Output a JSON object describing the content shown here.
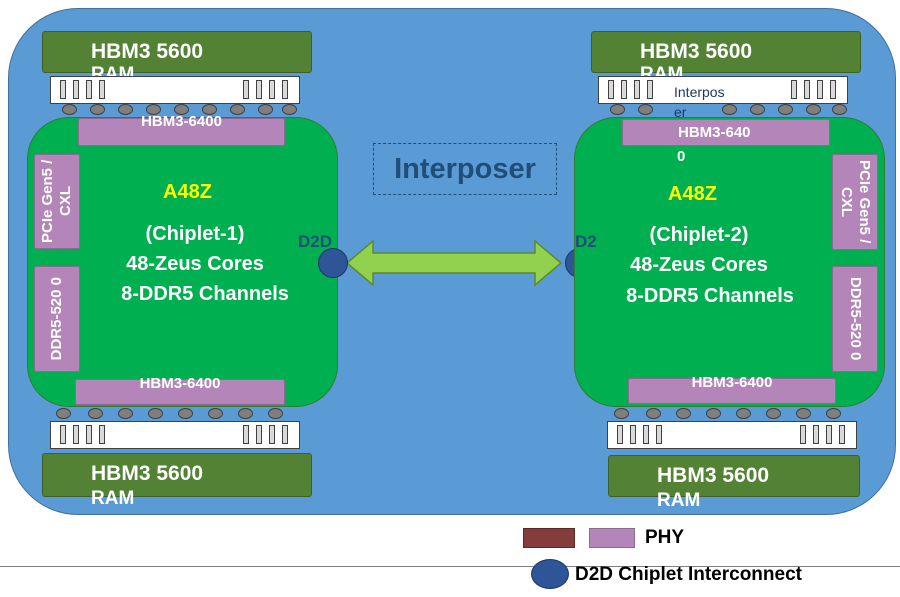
{
  "interposer_label": "Interposer",
  "colors": {
    "interposer": "#5b9bd5",
    "die": "#00b050",
    "hbm": "#548235",
    "phy": "#b385b8",
    "d2d": "#2e5597",
    "legend_red": "#843c3c"
  },
  "chiplet1": {
    "title": "A48Z",
    "name": "(Chiplet-1)",
    "cores": "48-Zeus Cores",
    "channels": "8-DDR5 Channels",
    "top_phy": "HBM3-6400",
    "bottom_phy": "HBM3-6400",
    "pcie_phy": "PCIe Gen5 / CXL",
    "ddr_phy": "DDR5-520 0",
    "d2d_label": "D2D"
  },
  "chiplet2": {
    "title": "A48Z",
    "name": "(Chiplet-2)",
    "cores": "48-Zeus Cores",
    "channels": "8-DDR5 Channels",
    "top_phy_line1": "HBM3-640",
    "top_phy_line2": "0",
    "bottom_phy": "HBM3-6400",
    "pcie_phy": "PCIe Gen5 / CXL",
    "ddr_phy": "DDR5-520 0",
    "d2d_label": "D2",
    "interposer_line1": "Interpos",
    "interposer_line2": "er"
  },
  "hbm": {
    "top_left": {
      "line1": "HBM3 5600",
      "line2": "RAM"
    },
    "top_right": {
      "line1": "HBM3 5600",
      "line2": "RAM"
    },
    "bottom_left": {
      "line1": "HBM3 5600",
      "line2": "RAM"
    },
    "bottom_right": {
      "line1": "HBM3 5600",
      "line2": "RAM"
    }
  },
  "legend": {
    "phy": "PHY",
    "d2d": "D2D Chiplet Interconnect"
  }
}
